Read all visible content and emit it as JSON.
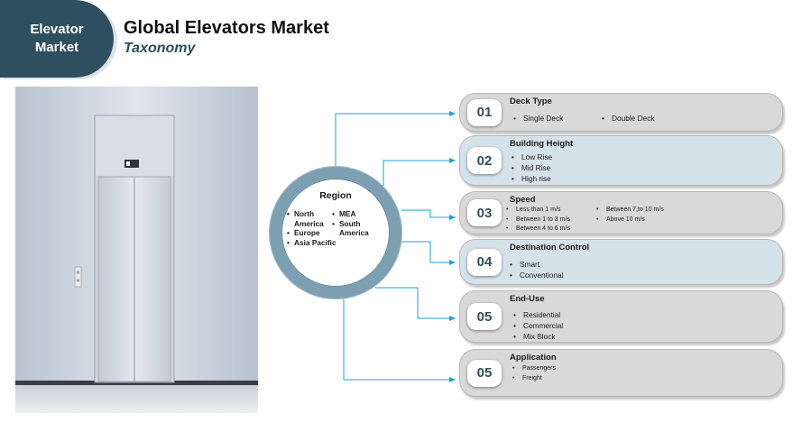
{
  "badge": {
    "text": "Elevator\nMarket"
  },
  "header": {
    "title": "Global Elevators Market",
    "subtitle": "Taxonomy"
  },
  "region": {
    "title": "Region",
    "col1": [
      "North America",
      "Europe",
      "Asia Pacific"
    ],
    "col2": [
      "MEA",
      "South America"
    ]
  },
  "segments": [
    {
      "number": "01",
      "title": "Deck Type",
      "col1": [
        "Single Deck"
      ],
      "col2": [
        "Double Deck"
      ]
    },
    {
      "number": "02",
      "title": "Building Height",
      "col1": [
        "Low Rise",
        "Mid Rise",
        "High rise"
      ],
      "col2": []
    },
    {
      "number": "03",
      "title": "Speed",
      "col1": [
        "Less than 1 m/s",
        "Between 1 to 3 m/s",
        "Between 4 to 6 m/s"
      ],
      "col2": [
        "Between 7,to 10 m/s",
        "Above 10 m/s"
      ]
    },
    {
      "number": "04",
      "title": "Destination Control",
      "col1": [
        "Smart",
        "Conventional"
      ],
      "col2": []
    },
    {
      "number": "05",
      "title": "End-Use",
      "col1": [
        "Residential",
        "Commercial",
        "Mix Block"
      ],
      "col2": []
    },
    {
      "number": "05",
      "title": "Application",
      "col1": [
        "Passengers",
        "Freight"
      ],
      "col2": []
    }
  ],
  "colors": {
    "accent": "#2e4f5f",
    "connector": "#1aa3d6",
    "ring": "#7c9fb1"
  }
}
